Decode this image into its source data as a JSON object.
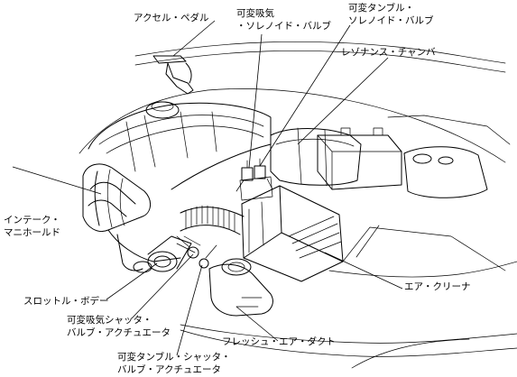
{
  "labels": {
    "accelerator_pedal": "アクセル・ペダル",
    "variable_intake_solenoid": [
      "可変吸気",
      "・ソレノイド・バルブ"
    ],
    "variable_tumble_solenoid": [
      "可変タンブル・",
      "ソレノイド・バルブ"
    ],
    "resonance_chamber": "レゾナンス・チャンバ",
    "intake_manifold": [
      "インテーク・",
      "マニホールド"
    ],
    "air_cleaner": "エア・クリーナ",
    "throttle_body": "スロットル・ボデー",
    "variable_intake_shutter_actuator": [
      "可変吸気シャッタ・",
      "バルブ・アクチュエータ"
    ],
    "fresh_air_duct": "フレッシュ・エア・ダクト",
    "variable_tumble_shutter_actuator": [
      "可変タンブル・シャッタ・",
      "バルブ・アクチュエータ"
    ]
  }
}
